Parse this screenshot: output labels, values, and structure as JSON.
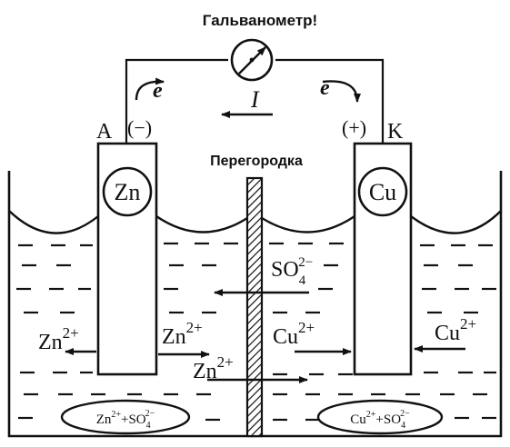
{
  "labels": {
    "galvanometer": "Гальванометр!",
    "partition": "Перегородка",
    "electron_left": "e",
    "electron_right": "e",
    "current": "I",
    "anode": "A",
    "anode_sign": "(−)",
    "cathode_sign": "(+)",
    "cathode": "K",
    "zn_electrode": "Zn",
    "cu_electrode": "Cu"
  },
  "ions": {
    "so4_upper": {
      "base": "SO",
      "sub": "4",
      "sup": "2−"
    },
    "zn_left": {
      "base": "Zn",
      "sup": "2+"
    },
    "zn_center": {
      "base": "Zn",
      "sup": "2+"
    },
    "cu_center": {
      "base": "Cu",
      "sup": "2+"
    },
    "cu_right": {
      "base": "Cu",
      "sup": "2+"
    },
    "zn_crossing": {
      "base": "Zn",
      "sup": "2+"
    }
  },
  "solutions": {
    "left": {
      "c1": "Zn",
      "c1_sup": "2+",
      "plus": "+",
      "a": "SO",
      "a_sub": "4",
      "a_sup": "2−"
    },
    "right": {
      "c1": "Cu",
      "c1_sup": "2+",
      "plus": "+",
      "a": "SO",
      "a_sub": "4",
      "a_sup": "2−"
    }
  },
  "colors": {
    "ink": "#111111",
    "background": "#ffffff"
  },
  "icons": {
    "galvanometer": "galvanometer-dial-icon"
  }
}
